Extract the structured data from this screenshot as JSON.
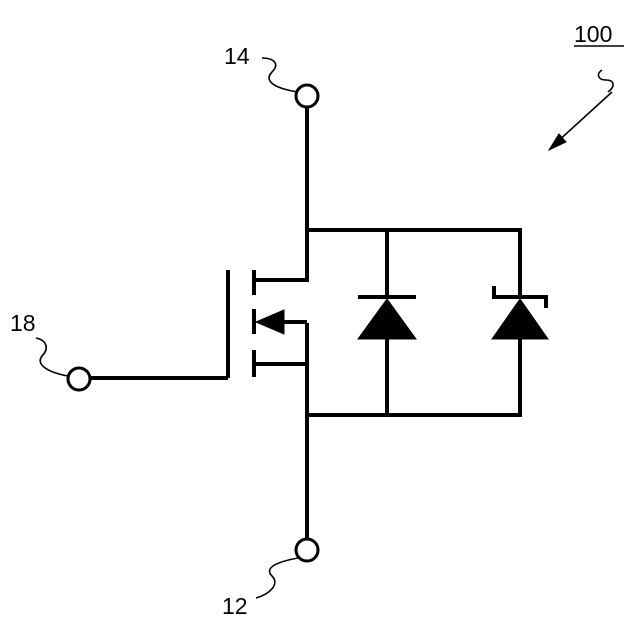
{
  "figure": {
    "reference_numeral": "100",
    "terminals": {
      "drain": {
        "label": "14"
      },
      "source": {
        "label": "12"
      },
      "gate": {
        "label": "18"
      }
    },
    "components": [
      "mosfet-n-channel",
      "diode",
      "zener-diode"
    ],
    "colors": {
      "line": "#000000",
      "background": "#ffffff"
    }
  }
}
